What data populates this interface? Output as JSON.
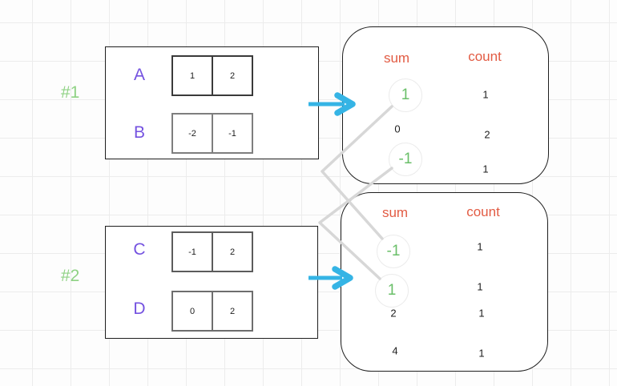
{
  "diagram": {
    "examples": [
      {
        "label": "#1",
        "arrays": [
          {
            "name": "A",
            "values": [
              "1",
              "2"
            ]
          },
          {
            "name": "B",
            "values": [
              "-2",
              "-1"
            ]
          }
        ],
        "result": {
          "sum_header": "sum",
          "count_header": "count",
          "rows": [
            {
              "sum": "1",
              "count": "1",
              "highlighted": true
            },
            {
              "sum": "0",
              "count": "2",
              "highlighted": false
            },
            {
              "sum": "-1",
              "count": "1",
              "highlighted": true
            }
          ]
        }
      },
      {
        "label": "#2",
        "arrays": [
          {
            "name": "C",
            "values": [
              "-1",
              "2"
            ]
          },
          {
            "name": "D",
            "values": [
              "0",
              "2"
            ]
          }
        ],
        "result": {
          "sum_header": "sum",
          "count_header": "count",
          "rows": [
            {
              "sum": "-1",
              "count": "1",
              "highlighted": true
            },
            {
              "sum": "1",
              "count": "1",
              "highlighted": true
            },
            {
              "sum": "2",
              "count": "1",
              "highlighted": false
            },
            {
              "sum": "4",
              "count": "1",
              "highlighted": false
            }
          ]
        }
      }
    ],
    "connections": [
      {
        "from": "example-1 sum 1",
        "to": "example-2 sum -1"
      },
      {
        "from": "example-1 sum -1",
        "to": "example-2 sum 1"
      }
    ],
    "colors": {
      "canvas-bg": "#fdfdfd",
      "grid-line": "#ececec",
      "box-border": "#1e1e1e",
      "example-label": "#8fd284",
      "array-name": "#7452e0",
      "header": "#e25b43",
      "highlight-number": "#6abf69",
      "value-text": "#1e1e1e",
      "arrow": "#35b4e5",
      "connector": "#d7d7d7"
    }
  }
}
